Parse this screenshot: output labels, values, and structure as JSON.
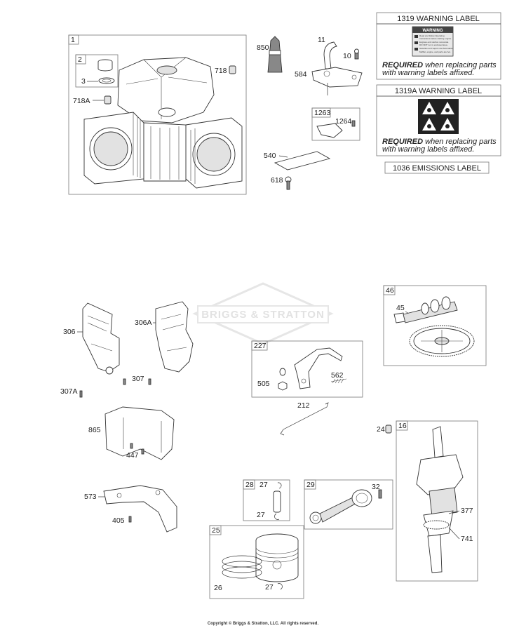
{
  "callouts": {
    "c1": "1",
    "c2": "2",
    "c3": "3",
    "c718": "718",
    "c718a": "718A",
    "c850": "850",
    "c11": "11",
    "c10": "10",
    "c584": "584",
    "c1263": "1263",
    "c1264": "1264",
    "c540": "540",
    "c618": "618",
    "c306": "306",
    "c306a": "306A",
    "c307": "307",
    "c307a": "307A",
    "c865": "865",
    "c447": "447",
    "c573": "573",
    "c405": "405",
    "c227": "227",
    "c505": "505",
    "c562": "562",
    "c212": "212",
    "c46": "46",
    "c45": "45",
    "c24": "24",
    "c16": "16",
    "c377": "377",
    "c741": "741",
    "c28": "28",
    "c27a": "27",
    "c27b": "27",
    "c29": "29",
    "c32": "32",
    "c25": "25",
    "c26": "26",
    "c27c": "27"
  },
  "labels": {
    "warning_title": "1319 WARNING LABEL",
    "warning_a_title": "1319A WARNING LABEL",
    "emissions_title": "1036 EMISSIONS LABEL",
    "required_bold": "REQUIRED",
    "required_rest_line1": " when replacing parts",
    "required_line2": "with warning labels affixed.",
    "decal_heading": "WARNING",
    "decal_line1": "Read and follow Operating",
    "decal_line2": "Instructions before starting engine.",
    "decal_line3": "Engines emit carbon monoxide.",
    "decal_line4": "DO NOT run in enclosed area.",
    "decal_line5": "Gasoline and vapors are flammable.",
    "decal_line6": "Muffler, engine, and parts are hot."
  },
  "watermark": "BRIGGS & STRATTON",
  "copyright": "Copyright © Briggs & Stratton, LLC. All rights reserved."
}
